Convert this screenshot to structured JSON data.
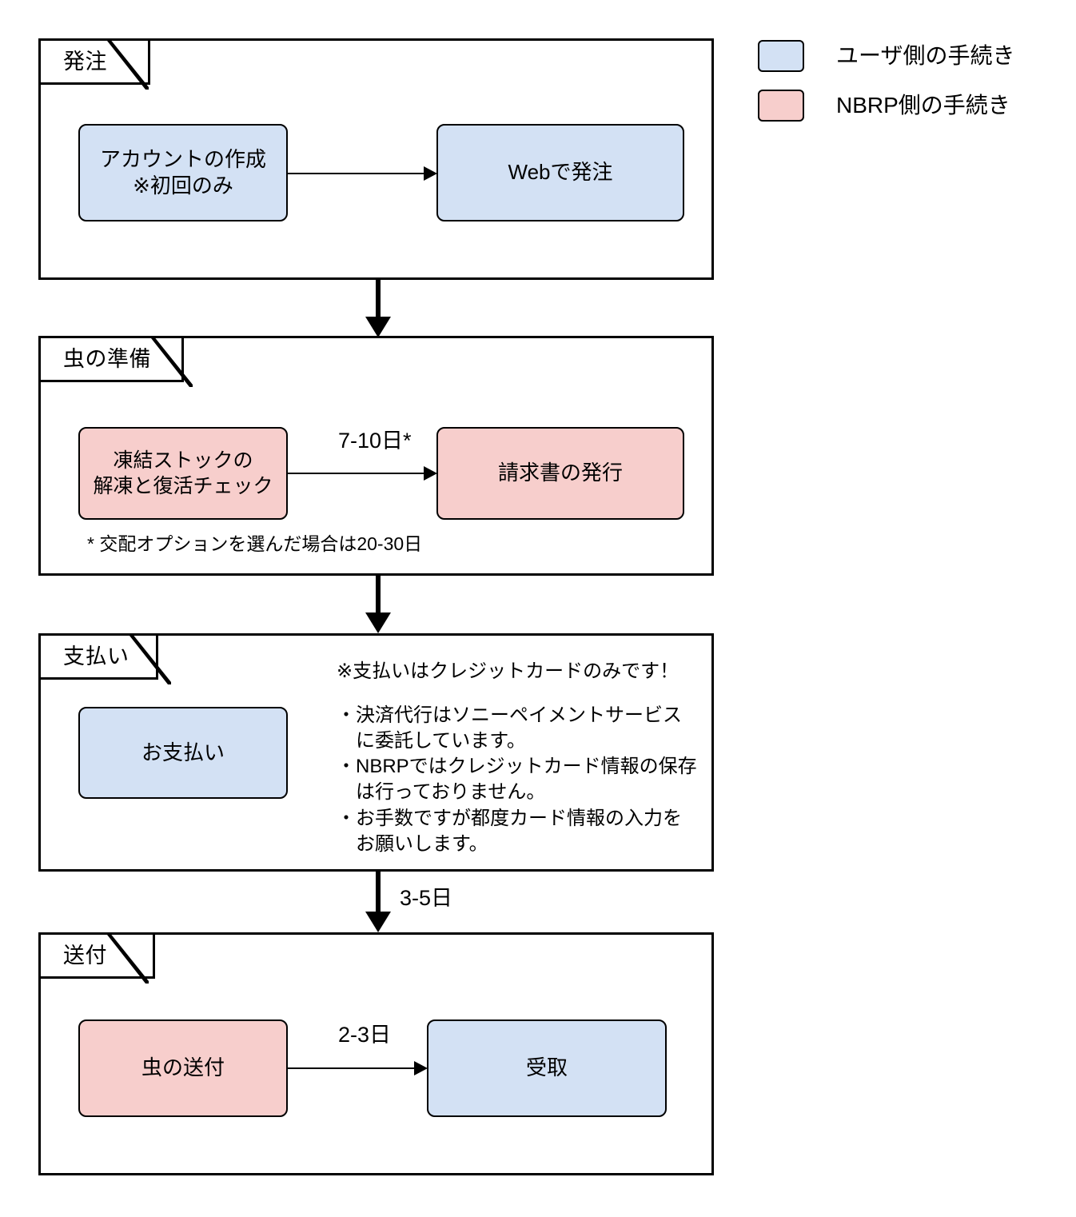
{
  "legend": {
    "items": [
      {
        "label": "ユーザ側の手続き",
        "swatch": "user-swatch",
        "color": "#d3e1f4"
      },
      {
        "label": "NBRP側の手続き",
        "swatch": "nbrp-swatch",
        "color": "#f7cecc"
      }
    ]
  },
  "sections": [
    {
      "id": "order",
      "title": "発注",
      "boxes": [
        {
          "id": "create-account",
          "label": "アカウントの作成\n※初回のみ",
          "party": "user"
        },
        {
          "id": "order-web",
          "label": "Webで発注",
          "party": "user"
        }
      ],
      "edges": [
        {
          "from": "create-account",
          "to": "order-web",
          "label": ""
        }
      ]
    },
    {
      "id": "insect-prep",
      "title": "虫の準備",
      "boxes": [
        {
          "id": "thaw-check",
          "label": "凍結ストックの\n解凍と復活チェック",
          "party": "nbrp"
        },
        {
          "id": "issue-invoice",
          "label": "請求書の発行",
          "party": "nbrp"
        }
      ],
      "edges": [
        {
          "from": "thaw-check",
          "to": "issue-invoice",
          "label": "7-10日*"
        }
      ],
      "footnote": "* 交配オプションを選んだ場合は20-30日"
    },
    {
      "id": "payment",
      "title": "支払い",
      "boxes": [
        {
          "id": "pay",
          "label": "お支払い",
          "party": "user"
        }
      ],
      "notice_heading": "※支払いはクレジットカードのみです！",
      "notice_bullets": "・決済代行はソニーペイメントサービス\n　に委託しています。\n・NBRPではクレジットカード情報の保存\n　は行っておりません。\n・お手数ですが都度カード情報の入力を\n　お願いします。"
    },
    {
      "id": "shipping",
      "title": "送付",
      "boxes": [
        {
          "id": "ship-insect",
          "label": "虫の送付",
          "party": "nbrp"
        },
        {
          "id": "receive",
          "label": "受取",
          "party": "user"
        }
      ],
      "edges": [
        {
          "from": "ship-insect",
          "to": "receive",
          "label": "2-3日"
        }
      ]
    }
  ],
  "flow_connectors": [
    {
      "from": "order",
      "to": "insect-prep",
      "label": ""
    },
    {
      "from": "insect-prep",
      "to": "payment",
      "label": ""
    },
    {
      "from": "payment",
      "to": "shipping",
      "label": "3-5日"
    }
  ],
  "colors": {
    "user": "#d3e1f4",
    "nbrp": "#f7cecc",
    "stroke": "#000000",
    "background": "#ffffff"
  }
}
